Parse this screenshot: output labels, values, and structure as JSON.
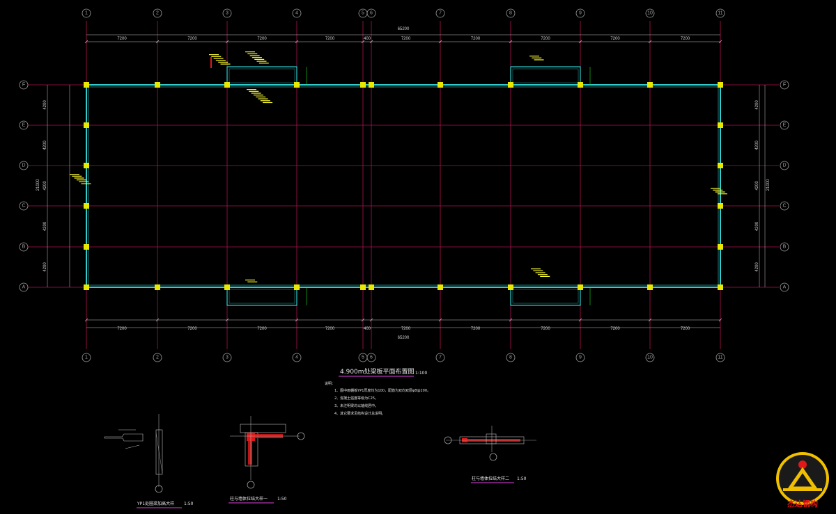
{
  "plan": {
    "total_length": "65200",
    "total_width": "21000",
    "bay_labels": [
      "7200",
      "7200",
      "7200",
      "7200",
      "400",
      "7200",
      "7200",
      "7200",
      "7200",
      "7200"
    ],
    "row_spacing_labels": [
      "4200",
      "4200",
      "4200",
      "4200",
      "4200"
    ],
    "col_axes": [
      "1",
      "2",
      "3",
      "4",
      "5",
      "6",
      "7",
      "8",
      "9",
      "10",
      "11"
    ],
    "row_axes": [
      "F",
      "E",
      "D",
      "C",
      "B",
      "A"
    ],
    "title": "4.900m处梁板平面布置图",
    "scale": "1:100"
  },
  "notes": {
    "heading": "说明：",
    "items": [
      "1、图中雨棚板YP1厚度均为100，配筋为双向双层φ8@200。",
      "2、混凝土强度等级为C25。",
      "3、未注明梁均以轴线居中。",
      "4、其它要求见结构设计总说明。"
    ]
  },
  "details": [
    {
      "title": "YP1处圈梁加高大样",
      "scale": "1:50"
    },
    {
      "title": "柱与墙体拉结大样一",
      "scale": "1:50"
    },
    {
      "title": "柱与墙体拉结大样二",
      "scale": "1:50"
    }
  ],
  "logo": {
    "text": "杰达钢构"
  },
  "colors": {
    "grid": "#b0124f",
    "wall": "#33cccc",
    "column": "#e8e800",
    "dim": "#c8c8c8",
    "annot": "#ffff30",
    "hatch": "#e01818",
    "magenta": "#e040e0"
  }
}
